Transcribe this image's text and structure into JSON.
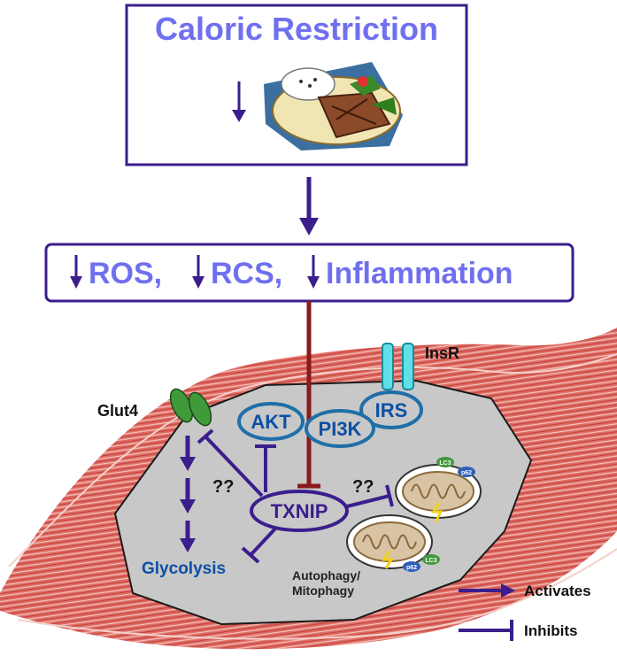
{
  "top_box": {
    "title": "Caloric Restriction"
  },
  "effects_box": {
    "ros": "ROS,",
    "rcs": "RCS,",
    "inflammation": "Inflammation"
  },
  "cell": {
    "receptor_label": "InsR",
    "nodes": {
      "irs": "IRS",
      "pi3k": "PI3K",
      "akt": "AKT",
      "txnip": "TXNIP"
    },
    "transporter_label": "Glut4",
    "glycolysis_label": "Glycolysis",
    "autophagy_label_line1": "Autophagy/",
    "autophagy_label_line2": "Mitophagy",
    "unknown_mark_left": "??",
    "unknown_mark_right": "??",
    "markers": {
      "lc3": "LC3",
      "p62": "p62"
    }
  },
  "legend": {
    "activates": "Activates",
    "inhibits": "Inhibits"
  },
  "colors": {
    "accent_text": "#6f6ff0",
    "arrow_purple": "#3b1e8c",
    "inhibition_red": "#8b1a1a",
    "node_blue": "#1f6fa8",
    "cell_gray": "#c8c8c8",
    "muscle_red": "#d9534f",
    "receptor_cyan": "#5fe0e8",
    "glut4_green": "#3f9a3a"
  }
}
